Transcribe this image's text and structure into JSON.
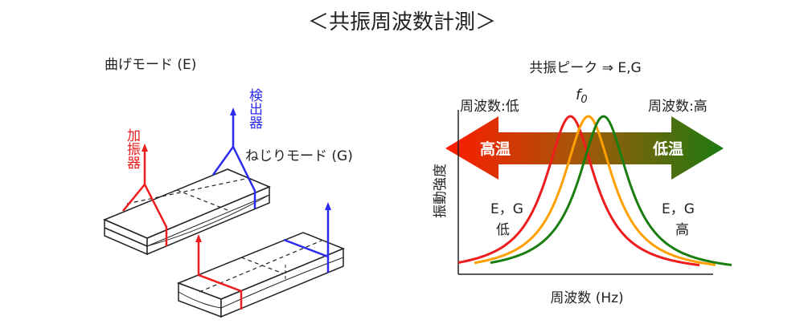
{
  "title": "＜共振周波数計測＞",
  "left": {
    "bending_label": "曲げモード (E)",
    "torsion_label": "ねじりモード (G)",
    "exciter_label": "加振器",
    "detector_label": "検出器"
  },
  "right": {
    "title": "共振ピーク ⇒ E,G",
    "f0_label": "f",
    "f0_sub": "0",
    "freq_low": "周波数:低",
    "freq_high": "周波数:高",
    "high_temp": "高温",
    "low_temp": "低温",
    "eg_left": "E，G",
    "eg_left_sub": "低",
    "eg_right": "E，G",
    "eg_right_sub": "高",
    "ylabel": "振動強度",
    "xlabel": "周波数 (Hz)"
  },
  "colors": {
    "red": "#ee1c1c",
    "orange": "#ffa000",
    "green": "#1a7d10",
    "blue": "#2b2bf0"
  },
  "chart_data": {
    "type": "line",
    "title": "共振ピーク ⇒ E,G",
    "xlabel": "周波数 (Hz)",
    "ylabel": "振動強度",
    "series": [
      {
        "name": "高温",
        "color": "#ee1c1c",
        "peak": 0.44
      },
      {
        "name": "f0",
        "color": "#ffa000",
        "peak": 0.51
      },
      {
        "name": "低温",
        "color": "#1a7d10",
        "peak": 0.57
      }
    ]
  }
}
